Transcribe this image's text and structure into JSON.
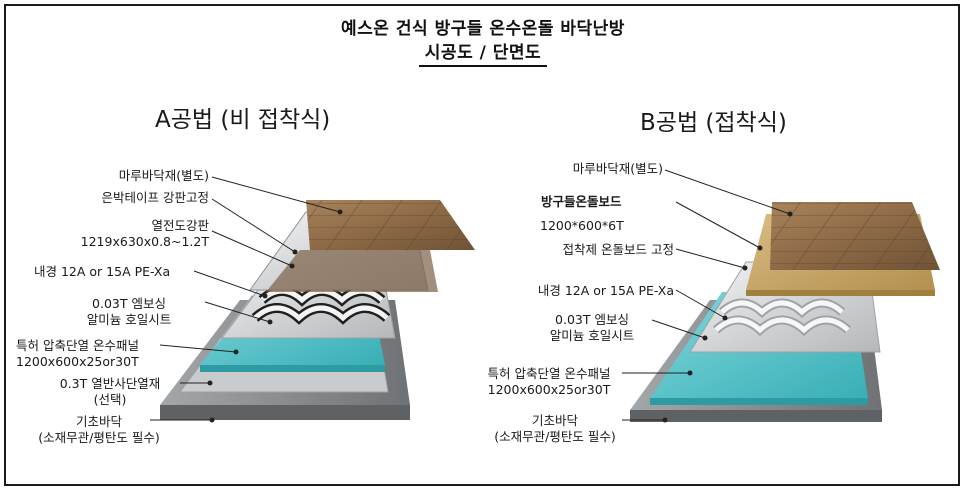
{
  "title": {
    "line1": "예스온 건식 방구들 온수온돌 바닥난방",
    "line2": "시공도 / 단면도"
  },
  "method_a": {
    "heading": "A공법 (비 접착식)",
    "labels": {
      "floor_finish": "마루바닥재(별도)",
      "tape": "은박테이프 강판고정",
      "steel_line1": "열전도강판",
      "steel_line2": "1219x630x0.8~1.2T",
      "pipe": "내경 12A or 15A PE-Xa",
      "foil_line1": "0.03T 엠보싱",
      "foil_line2": "알미늄 호일시트",
      "panel_line1": "특허 압축단열 온수패널",
      "panel_line2": "1200x600x25or30T",
      "reflect_line1": "0.3T 열반사단열재",
      "reflect_line2": "(선택)",
      "base_line1": "기초바닥",
      "base_line2": "(소재무관/평탄도 필수)"
    }
  },
  "method_b": {
    "heading": "B공법 (접착식)",
    "labels": {
      "floor_finish": "마루바닥재(별도)",
      "board_line1": "방구들온돌보드",
      "board_line2": "1200*600*6T",
      "adhesive": "접착제 온돌보드 고정",
      "pipe": "내경 12A or 15A PE-Xa",
      "foil_line1": "0.03T 엠보싱",
      "foil_line2": "알미늄 호일시트",
      "panel_line1": "특허 압축단열 온수패널",
      "panel_line2": "1200x600x25or30T",
      "base_line1": "기초바닥",
      "base_line2": "(소재무관/평탄도 필수)"
    }
  },
  "colors": {
    "wood": "#9b7650",
    "insulation_panel": "#5ec9cf",
    "foil": "#d8dadb",
    "base": "#8e9194",
    "board": "#c9a86a"
  }
}
